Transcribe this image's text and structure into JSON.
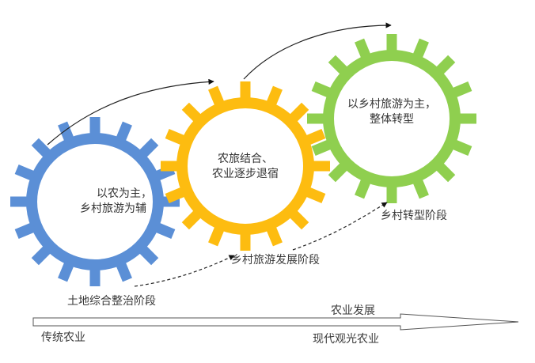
{
  "colors": {
    "blue": "#5b8fd6",
    "yellow": "#fdbc10",
    "green": "#8fcf4f",
    "line": "#222222"
  },
  "gears": [
    {
      "id": "land",
      "color_key": "blue",
      "center_text": [
        "以农为主，",
        "乡村旅游为辅"
      ],
      "stage_label": "土地综合整治阶段",
      "teeth": 16
    },
    {
      "id": "tourism",
      "color_key": "yellow",
      "center_text": [
        "农旅结合、",
        "农业逐步退宿"
      ],
      "stage_label": "乡村旅游发展阶段",
      "teeth": 16
    },
    {
      "id": "transform",
      "color_key": "green",
      "center_text": [
        "以乡村旅游为主，",
        "整体转型"
      ],
      "stage_label": "乡村转型阶段",
      "teeth": 16
    }
  ],
  "axis": {
    "label_top": "农业发展",
    "start_label": "传统农业",
    "end_label": "现代观光农业"
  }
}
